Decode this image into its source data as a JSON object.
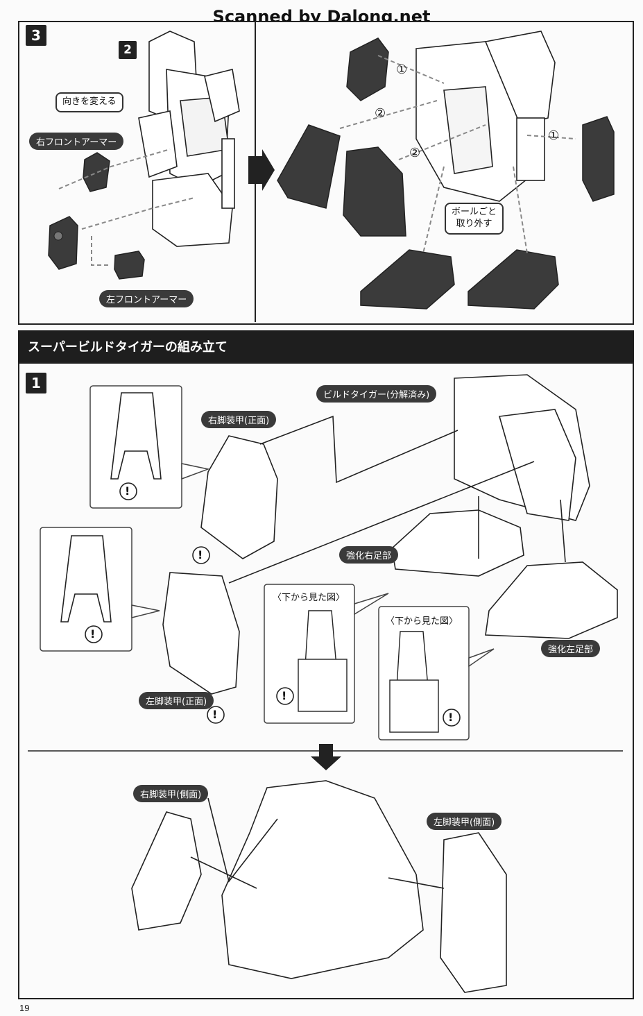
{
  "watermark": "Scanned by Dalong.net",
  "step3": {
    "badge": "3",
    "sub_badge": "2",
    "callout_orient": "向きを変える",
    "label_right_front_armor": "右フロントアーマー",
    "label_left_front_armor": "左フロントアーマー",
    "callout_ball": "ボールごと\n取り外す",
    "markers": [
      "①",
      "②",
      "②",
      "①"
    ]
  },
  "section": {
    "title": "スーパービルドタイガーの組み立て"
  },
  "step1": {
    "badge": "1",
    "label_build_tiger": "ビルドタイガー(分解済み)",
    "label_right_leg_front": "右脚装甲(正面)",
    "label_left_leg_front": "左脚装甲(正面)",
    "label_strong_right_foot": "強化右足部",
    "label_strong_left_foot": "強化左足部",
    "view_from_below_1": "〈下から見た図〉",
    "view_from_below_2": "〈下から見た図〉",
    "label_right_leg_side": "右脚装甲(側面)",
    "label_left_leg_side": "左脚装甲(側面)",
    "warning": "!"
  },
  "page_number": "19"
}
